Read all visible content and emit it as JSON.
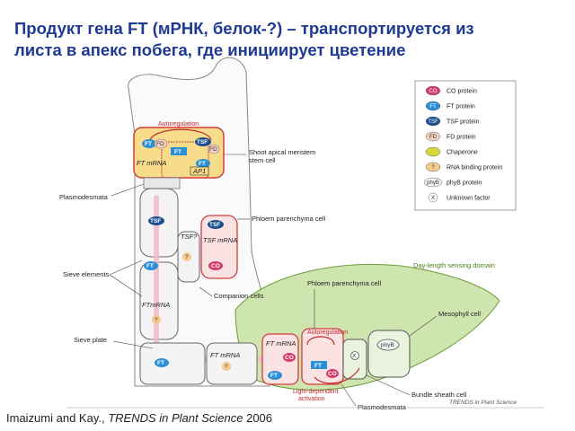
{
  "title": {
    "line1": "Продукт гена FT (мРНК, белок-?) – транспортируется из",
    "line2": "листа в апекс побега, где инициирует цветение"
  },
  "caption": {
    "authors": "Imaizumi and Kay., ",
    "journal": "TRENDS in Plant Science",
    "year": " 2006"
  },
  "journal_mark": "TRENDS in Plant Science",
  "legend": {
    "items": [
      {
        "symbol": "CO",
        "label": "CO protein"
      },
      {
        "symbol": "FT",
        "label": "FT protein"
      },
      {
        "symbol": "TSF",
        "label": "TSF protein"
      },
      {
        "symbol": "FD",
        "label": "FD protein"
      },
      {
        "symbol": "",
        "label": "Chaperone"
      },
      {
        "symbol": "?",
        "label": "RNA binding protein"
      },
      {
        "symbol": "phyB",
        "label": "phyB protein"
      },
      {
        "symbol": "X",
        "label": "Unknown factor"
      }
    ]
  },
  "labels": {
    "autoregulation_top": "Autoregulation",
    "shoot_apical": "Shoot apical meristem",
    "stem_cell": "stem cell",
    "plasmodesmata_top": "Plasmodesmata",
    "phloem_parenchyma_top": "Phloem parenchyma cell",
    "sieve_elements": "Sieve elements",
    "companion_cells": "Companion cells",
    "phloem_parenchyma_bottom": "Phloem parenchyma cell",
    "day_length": "Day-length sensing domain",
    "mesophyll": "Mesophyll cell",
    "sieve_plate": "Sieve plate",
    "bundle_sheath": "Bundle sheath cell",
    "plasmodesmata_bottom": "Plasmodesmata",
    "light_dependent_1": "Light-dependent",
    "light_dependent_2": "activation",
    "autoregulation_leaf": "Autoregulation",
    "ft_mrna": "FT mRNA",
    "ft_mrna_compact": "FTmRNA",
    "tsf_mrna": "TSF mRNA",
    "ap1": "AP1",
    "ft_gene": "FT",
    "qmark": "?",
    "x_mark": "X",
    "tsf_q": "TSF?"
  },
  "protein_labels": {
    "co": "CO",
    "ft": "FT",
    "tsf": "TSF",
    "fd": "FD",
    "phyb": "phyB"
  },
  "colors": {
    "title": "#1f3a93",
    "co": "#d23c6a",
    "ft": "#2a8fd6",
    "tsf": "#1c4f8f",
    "fd": "#f2d0c4",
    "chaperone": "#d4d83a",
    "rna_bp": "#f6c98c",
    "leaf": "#cfe5b0",
    "meristem": "#f6dc8b",
    "red_outline": "#d23c3c",
    "transport": "#f2b6c8"
  }
}
